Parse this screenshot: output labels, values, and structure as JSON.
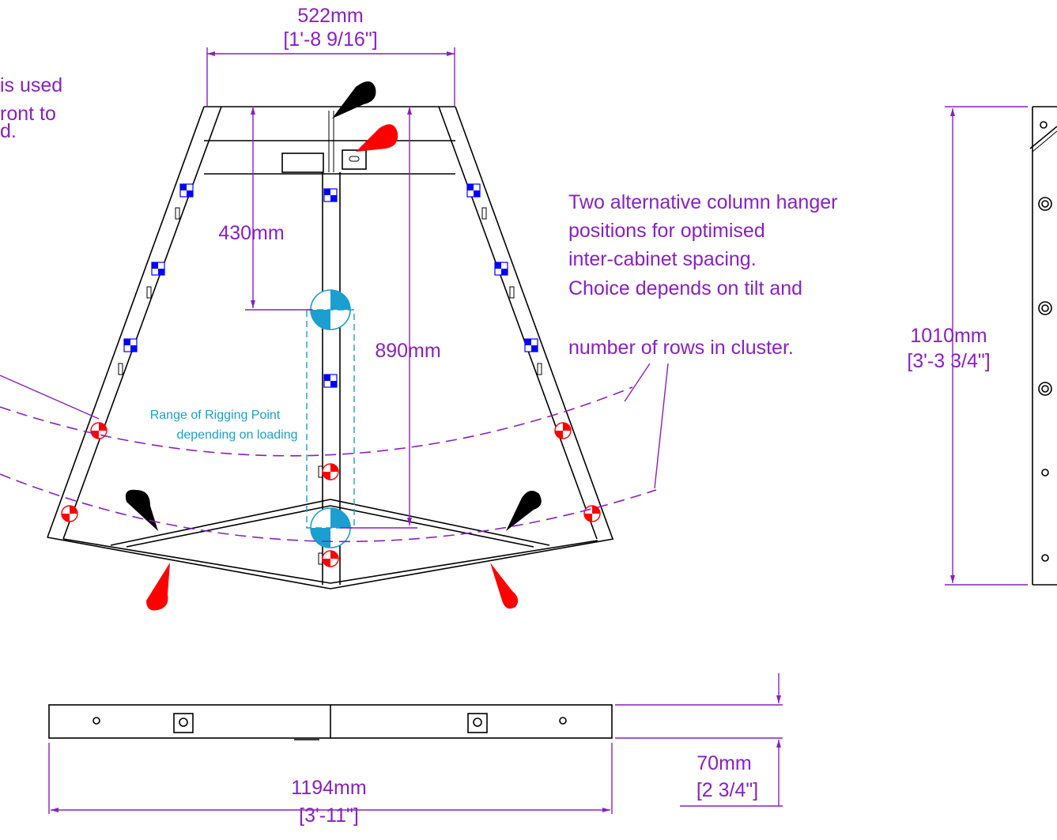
{
  "dimensions": {
    "top_width": {
      "metric": "522mm",
      "imperial": "[1'-8 9/16\"]"
    },
    "inner_height": {
      "metric": "430mm"
    },
    "total_height": {
      "metric": "890mm"
    },
    "side_height": {
      "metric": "1010mm",
      "imperial": "[3'-3 3/4\"]"
    },
    "bottom_length": {
      "metric": "1194mm",
      "imperial": "[3'-11\"]"
    },
    "bottom_thickness": {
      "metric": "70mm",
      "imperial": "[2 3/4\"]"
    }
  },
  "notes": {
    "left_partial": [
      "is used",
      "ront to",
      "d."
    ],
    "hanger": [
      "Two alternative column hanger",
      "positions for optimised",
      "inter-cabinet spacing.",
      "Choice depends on tilt and",
      "number of rows in cluster."
    ],
    "rigging_range": [
      "Range of Rigging Point",
      "depending on loading"
    ]
  },
  "colors": {
    "dimension": "#8a1fc4",
    "rigging_range": "#1a9fd0",
    "marker_red": "#ff0000",
    "marker_blue": "#0000ff",
    "marker_black": "#000000"
  }
}
